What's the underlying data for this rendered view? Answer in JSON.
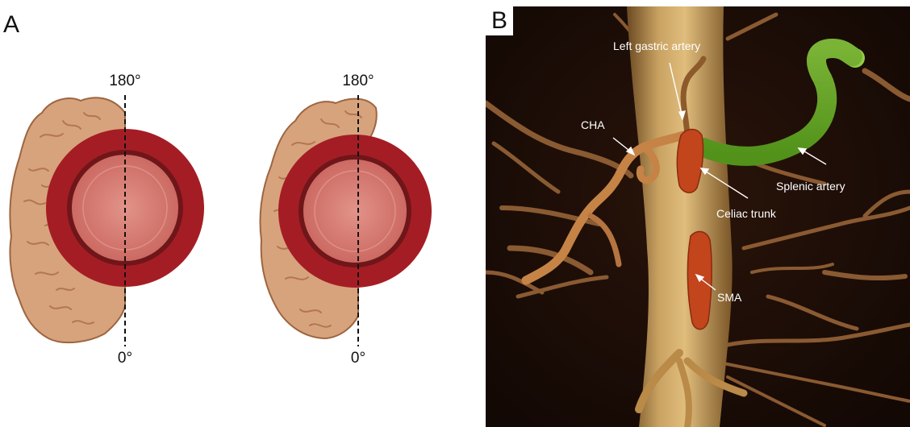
{
  "panel_a": {
    "letter": "A",
    "left_diagram": {
      "top_label": "180°",
      "bottom_label": "0°"
    },
    "right_diagram": {
      "top_label": "180°",
      "bottom_label": "0°"
    }
  },
  "panel_b": {
    "letter": "B",
    "labels": {
      "left_gastric": "Left gastric artery",
      "cha": "CHA",
      "splenic": "Splenic artery",
      "celiac": "Celiac trunk",
      "sma": "SMA"
    }
  },
  "colors": {
    "pancreas": "#d6a07a",
    "pancreas_dark": "#a66a45",
    "vessel_wall": "#a81a22",
    "vessel_inner_ring": "#6e1418",
    "lumen": "#d97a6e",
    "aorta": "#c9a15a",
    "splenic_artery": "#7bbf2e",
    "tumor": "#c0451e",
    "ct_background": "#1c0d07"
  }
}
